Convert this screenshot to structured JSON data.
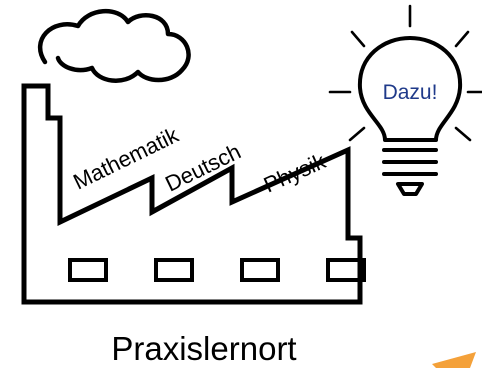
{
  "subjects": [
    "Mathematik",
    "Deutsch",
    "Physik"
  ],
  "bulb_text": "Dazu!",
  "caption": "Praxislernort",
  "colors": {
    "bulb_text": "#1f3a8a",
    "arrow_accent": "#f4a13a",
    "line": "#000000"
  },
  "icons": {
    "factory": "factory-icon",
    "lightbulb": "lightbulb-icon"
  }
}
